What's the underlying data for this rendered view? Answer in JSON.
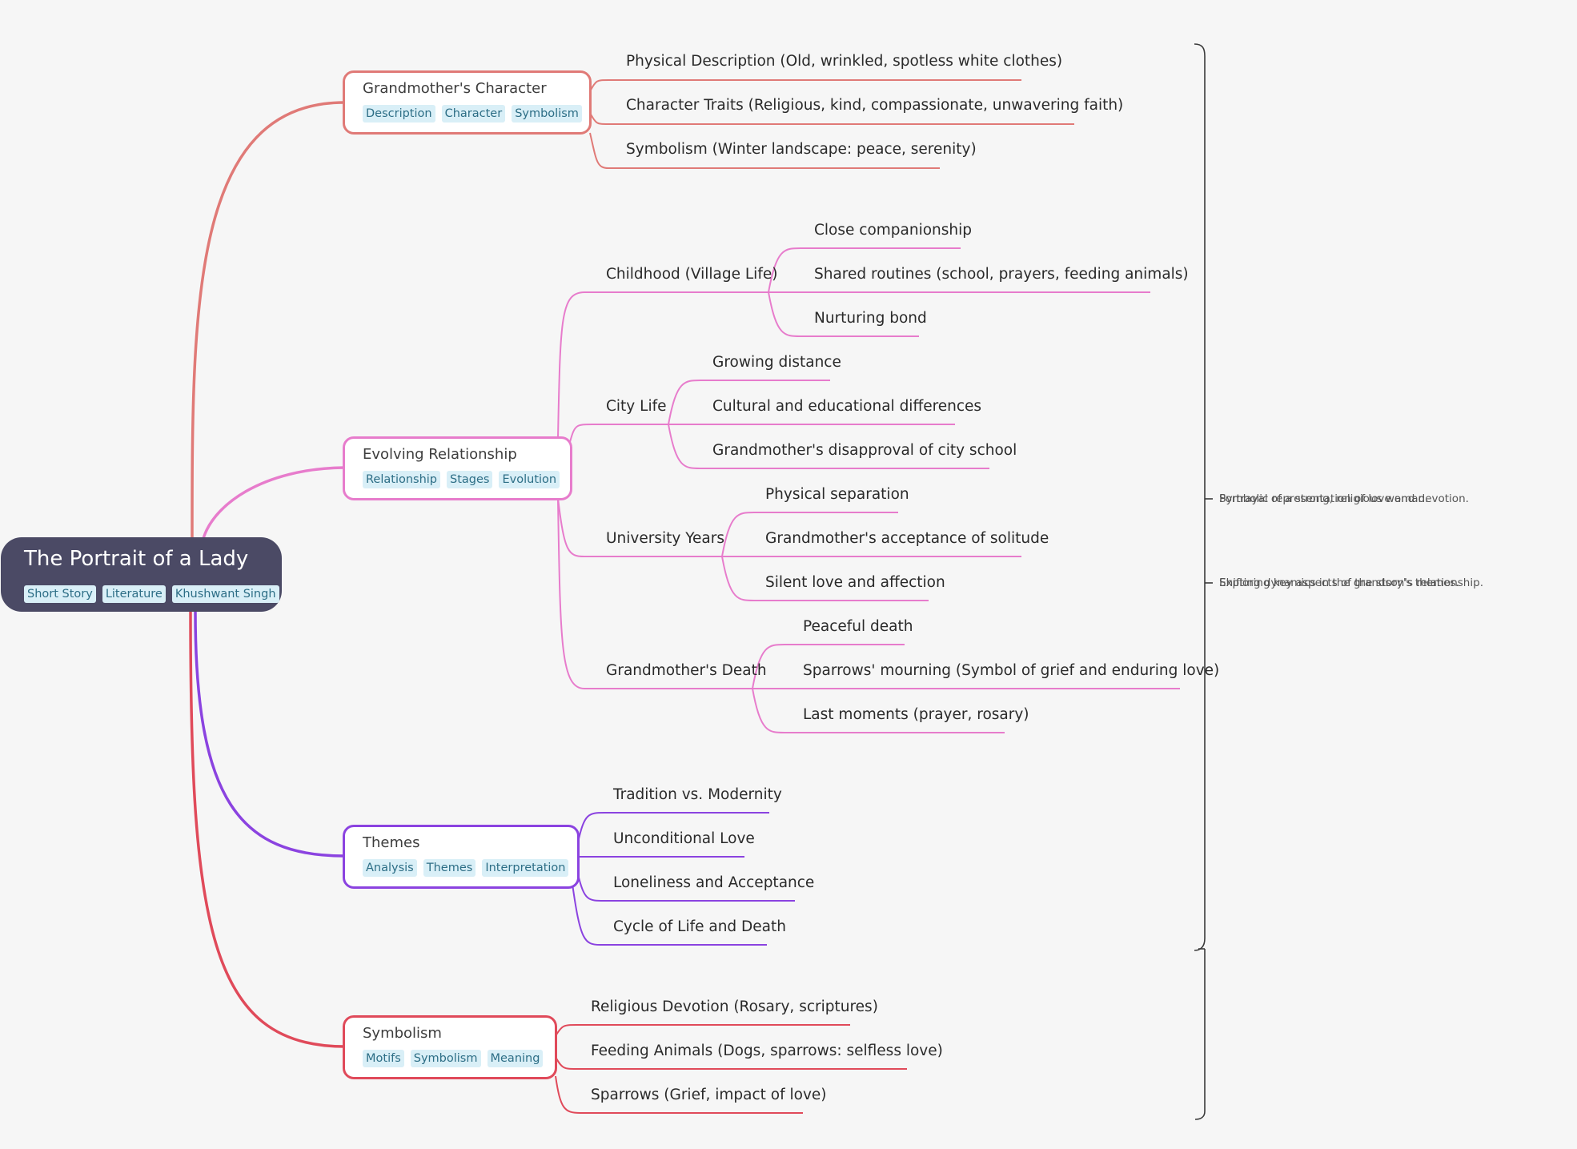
{
  "root": {
    "title": "The Portrait of a Lady",
    "tags": [
      "Short Story",
      "Literature",
      "Khushwant Singh"
    ]
  },
  "branches": {
    "character": {
      "title": "Grandmother's Character",
      "tags": [
        "Description",
        "Character",
        "Symbolism"
      ],
      "children": [
        "Physical Description (Old, wrinkled, spotless white clothes)",
        "Character Traits (Religious, kind, compassionate, unwavering faith)",
        "Symbolism (Winter landscape: peace, serenity)"
      ]
    },
    "relationship": {
      "title": "Evolving Relationship",
      "tags": [
        "Relationship",
        "Stages",
        "Evolution"
      ],
      "stages": [
        {
          "label": "Childhood (Village Life)",
          "children": [
            "Close companionship",
            "Shared routines (school, prayers, feeding animals)",
            "Nurturing bond"
          ]
        },
        {
          "label": "City Life",
          "children": [
            "Growing distance",
            "Cultural and educational differences",
            "Grandmother's disapproval of city school"
          ]
        },
        {
          "label": "University Years",
          "children": [
            "Physical separation",
            "Grandmother's acceptance of solitude",
            "Silent love and affection"
          ]
        },
        {
          "label": "Grandmother's Death",
          "children": [
            "Peaceful death",
            "Sparrows' mourning (Symbol of grief and enduring love)",
            "Last moments (prayer, rosary)"
          ]
        }
      ]
    },
    "themes": {
      "title": "Themes",
      "tags": [
        "Analysis",
        "Themes",
        "Interpretation"
      ],
      "children": [
        "Tradition vs. Modernity",
        "Unconditional Love",
        "Loneliness and Acceptance",
        "Cycle of Life and Death"
      ]
    },
    "symbolism": {
      "title": "Symbolism",
      "tags": [
        "Motifs",
        "Symbolism",
        "Meaning"
      ],
      "children": [
        "Religious Devotion (Rosary, scriptures)",
        "Feeding Animals (Dogs, sparrows: selfless love)",
        "Sparrows (Grief, impact of love)"
      ]
    }
  },
  "summary": {
    "note_1": "Portrayal of a strong, religious woman.",
    "note_2": "Symbolic representation of love and devotion.",
    "note_3": "Exploring key aspects of the story's themes.",
    "note_4": "Shifting dynamics in the grandson's relationship."
  },
  "colors": {
    "root": "#4b4a65",
    "character": "#e07a77",
    "relationship": "#e77ccc",
    "themes": "#8b43e0",
    "symbolism": "#e04a5a",
    "tag_bg": "#d9eff7",
    "tag_text": "#2d6e86",
    "background": "#f6f6f6"
  }
}
